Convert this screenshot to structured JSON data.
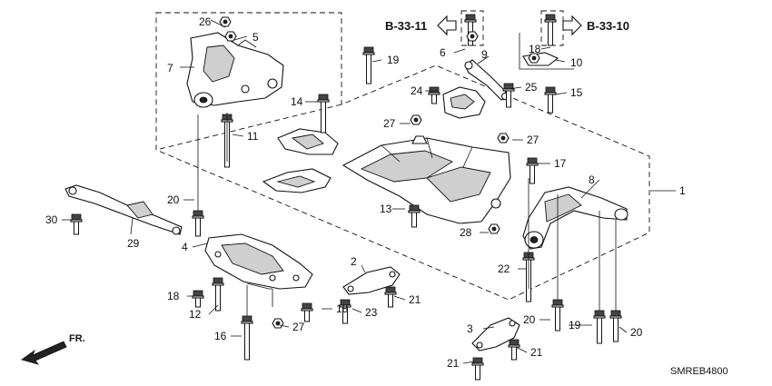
{
  "diagram_code": "SMREB4800",
  "direction_label": "FR.",
  "references": {
    "left": "B-33-11",
    "right": "B-33-10"
  },
  "labels": {
    "l1": "1",
    "l2": "2",
    "l3": "3",
    "l4": "4",
    "l5": "5",
    "l6": "6",
    "l7": "7",
    "l8": "8",
    "l9": "9",
    "l10": "10",
    "l11": "11",
    "l12": "12",
    "l13": "13",
    "l14": "14",
    "l15": "15",
    "l16": "16",
    "l17": "17",
    "l18a": "18",
    "l18b": "18",
    "l18c": "18",
    "l19a": "19",
    "l19b": "19",
    "l20a": "20",
    "l20b": "20",
    "l20c": "20",
    "l21a": "21",
    "l21b": "21",
    "l21c": "21",
    "l22": "22",
    "l23": "23",
    "l24": "24",
    "l25": "25",
    "l26": "26",
    "l27a": "27",
    "l27b": "27",
    "l27c": "27",
    "l28": "28",
    "l29": "29",
    "l30": "30"
  },
  "colors": {
    "line": "#111111",
    "background": "#ffffff",
    "fill_shade": "#cfcfcf"
  }
}
